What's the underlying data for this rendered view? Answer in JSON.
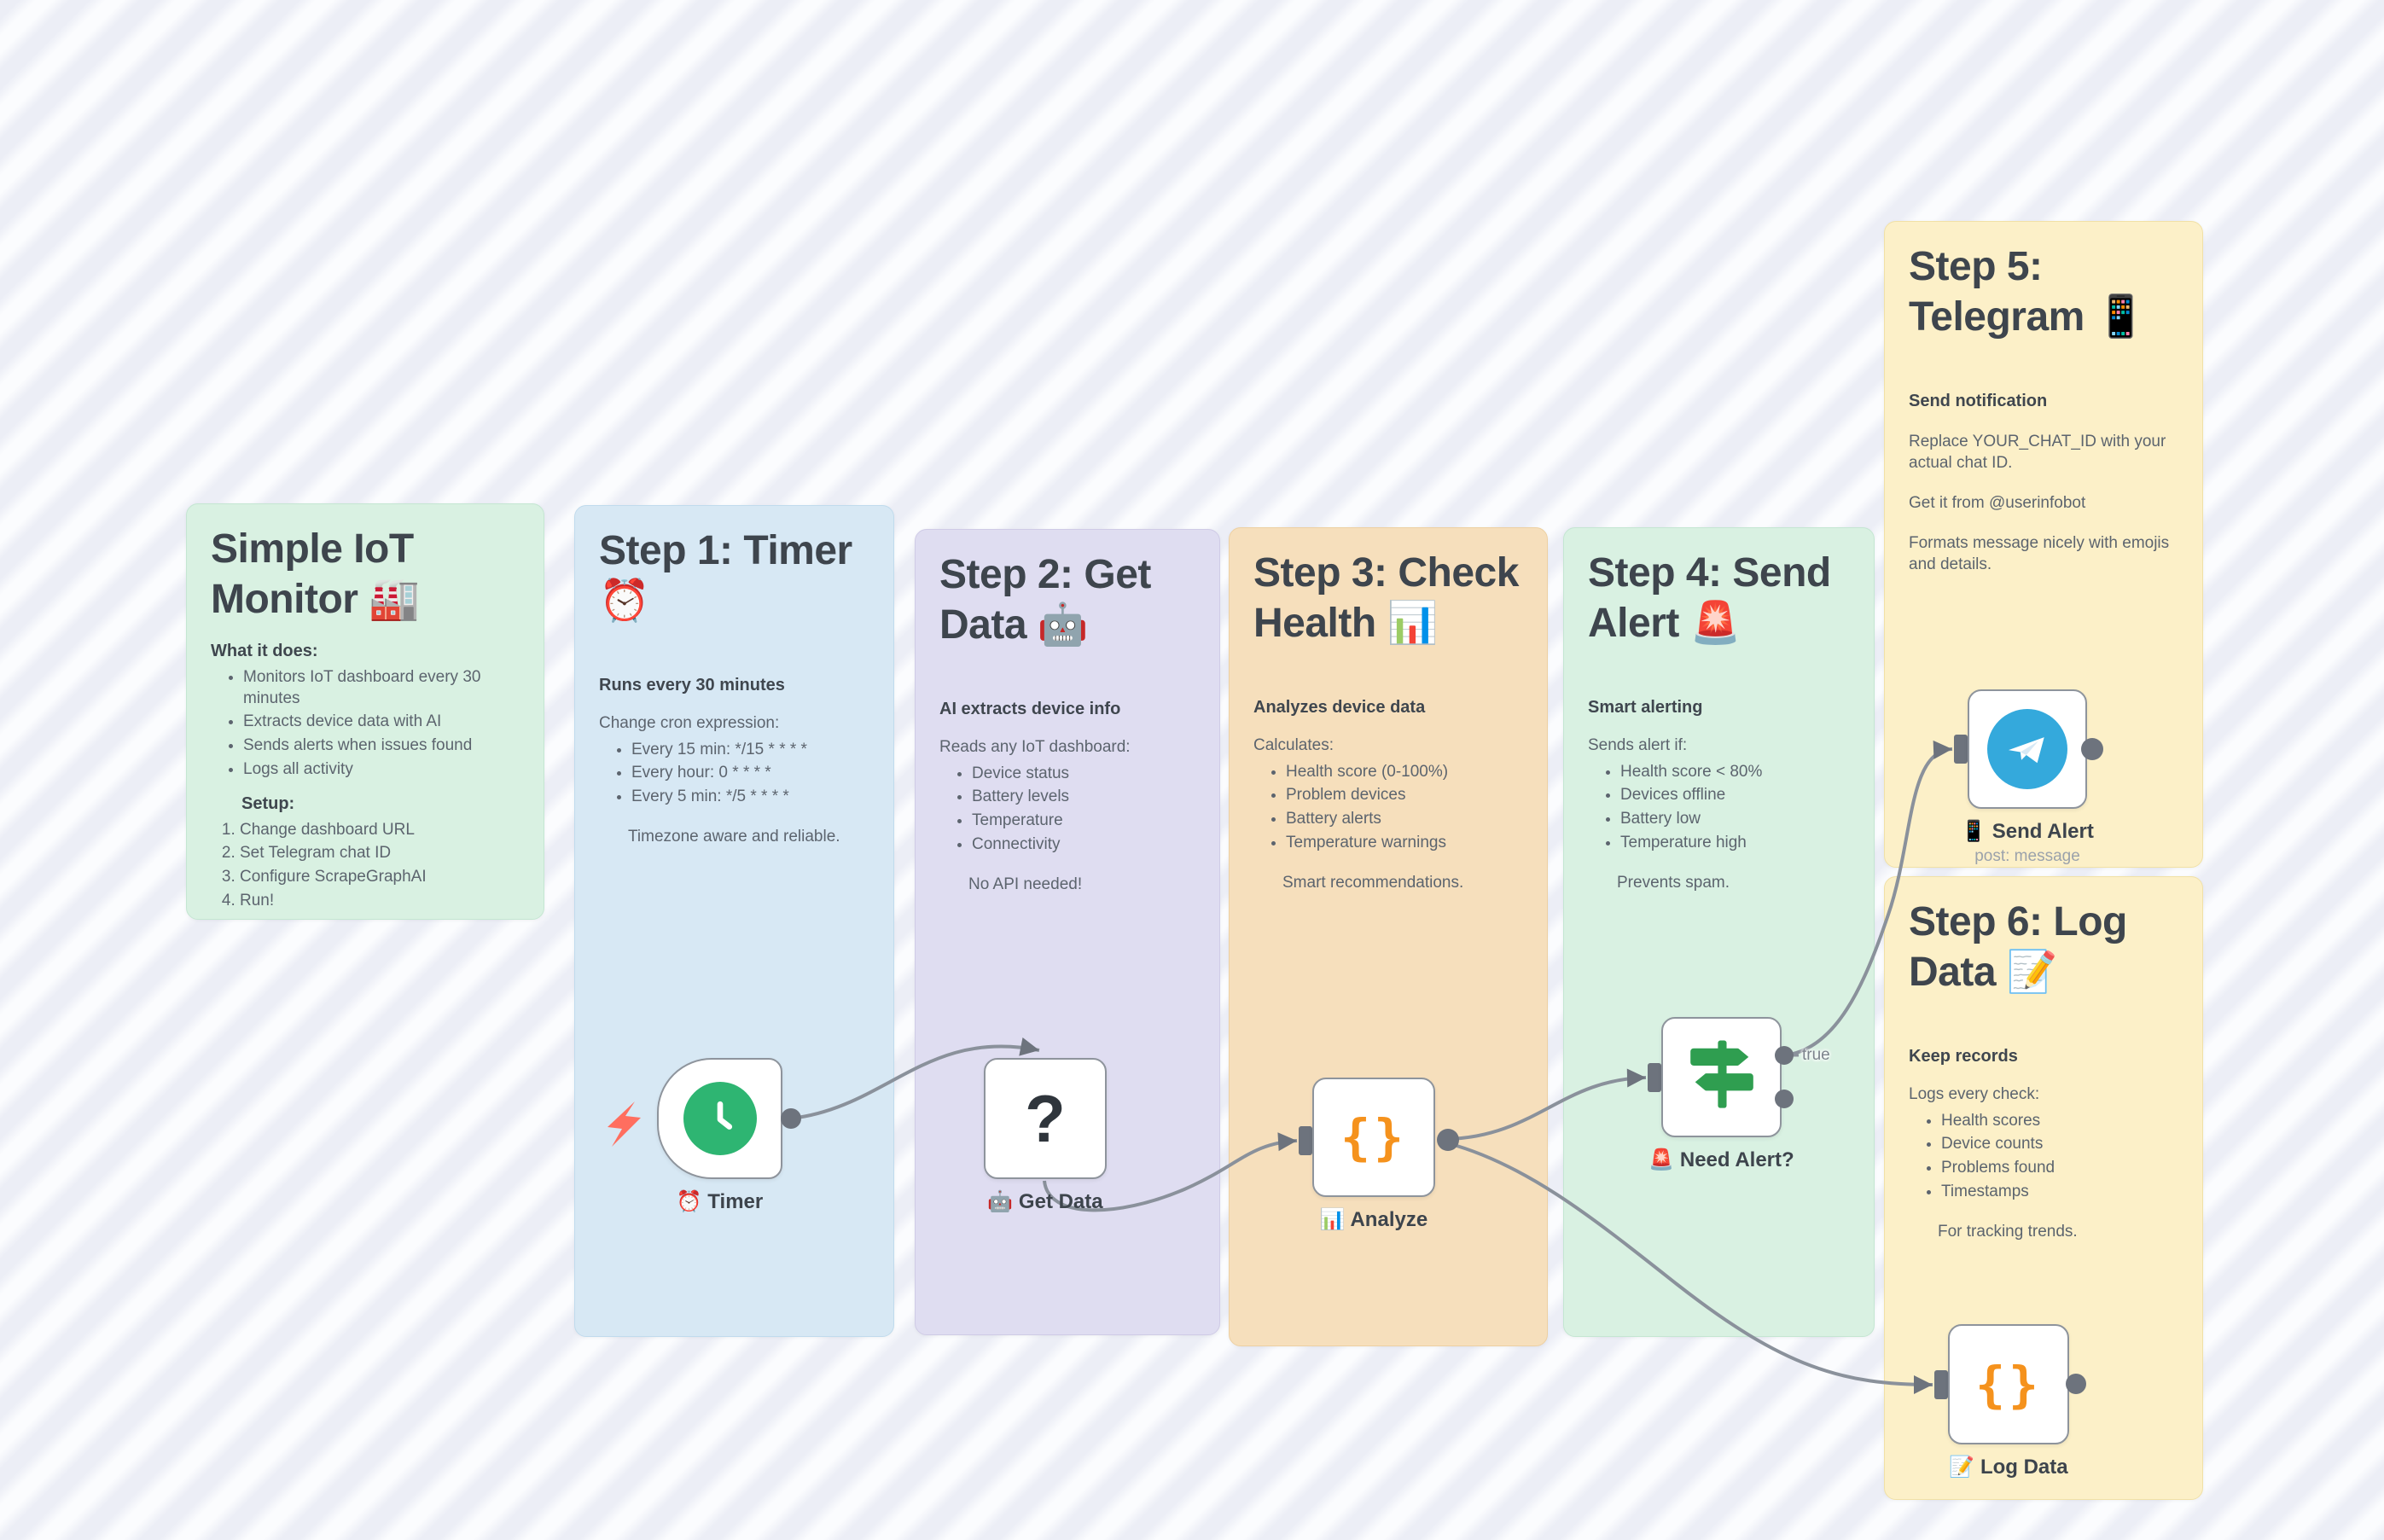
{
  "colors": {
    "sticky_green": "#d9f1e2",
    "sticky_blue": "#d7e8f4",
    "sticky_purple": "#dfddf1",
    "sticky_orange": "#f6dfbc",
    "sticky_yellow": "#fcf0c8",
    "edge_gray": "#8a919b",
    "connector_gray": "#6d737d",
    "node_border_gray": "#8e949c",
    "timer_green": "#2eb572",
    "code_orange": "#f5921d",
    "telegram_blue": "#34a9dc",
    "if_green": "#2f9e50",
    "trigger_lightning_coral": "#ff6e5f"
  },
  "panels": [
    {
      "title": "Simple IoT Monitor 🏭",
      "heading1": "What it does:",
      "bullets": [
        "Monitors IoT dashboard every 30 minutes",
        "Extracts device data with AI",
        "Sends alerts when issues found",
        "Logs all activity"
      ],
      "heading2": "Setup:",
      "steps": [
        "Change dashboard URL",
        "Set Telegram chat ID",
        "Configure ScrapeGraphAI",
        "Run!"
      ]
    },
    {
      "title": "Step 1: Timer ⏰",
      "heading": "Runs every 30 minutes",
      "intro": "Change cron expression:",
      "bullets": [
        "Every 15 min: */15 * * * *",
        "Every hour: 0 * * * *",
        "Every 5 min: */5 * * * *"
      ],
      "note": "Timezone aware and reliable."
    },
    {
      "title": "Step 2: Get Data 🤖",
      "heading": "AI extracts device info",
      "intro": "Reads any IoT dashboard:",
      "bullets": [
        "Device status",
        "Battery levels",
        "Temperature",
        "Connectivity"
      ],
      "note": "No API needed!"
    },
    {
      "title": "Step 3: Check Health 📊",
      "heading": "Analyzes device data",
      "intro": "Calculates:",
      "bullets": [
        "Health score (0-100%)",
        "Problem devices",
        "Battery alerts",
        "Temperature warnings"
      ],
      "note": "Smart recommendations."
    },
    {
      "title": "Step 4: Send Alert 🚨",
      "heading": "Smart alerting",
      "intro": "Sends alert if:",
      "bullets": [
        "Health score < 80%",
        "Devices offline",
        "Battery low",
        "Temperature high"
      ],
      "note": "Prevents spam."
    },
    {
      "title": "Step 5: Telegram 📱",
      "heading": "Send notification",
      "para1": "Replace YOUR_CHAT_ID with your actual chat ID.",
      "para2": "Get it from @userinfobot",
      "para3": "Formats message nicely with emojis and details."
    },
    {
      "title": "Step 6: Log Data 📝",
      "heading": "Keep records",
      "intro": "Logs every check:",
      "bullets": [
        "Health scores",
        "Device counts",
        "Problems found",
        "Timestamps"
      ],
      "note": "For tracking trends."
    }
  ],
  "nodes": {
    "timer": {
      "label": "⏰ Timer"
    },
    "get_data": {
      "label": "🤖 Get Data",
      "icon_glyph": "?"
    },
    "analyze": {
      "label": "📊 Analyze",
      "icon_glyph": "{}"
    },
    "need_alert": {
      "label": "🚨 Need Alert?"
    },
    "send_alert": {
      "label": "📱 Send Alert",
      "sublabel": "post: message"
    },
    "log_data": {
      "label": "📝 Log Data",
      "icon_glyph": "{}"
    }
  },
  "edges": {
    "true_label": "true"
  }
}
